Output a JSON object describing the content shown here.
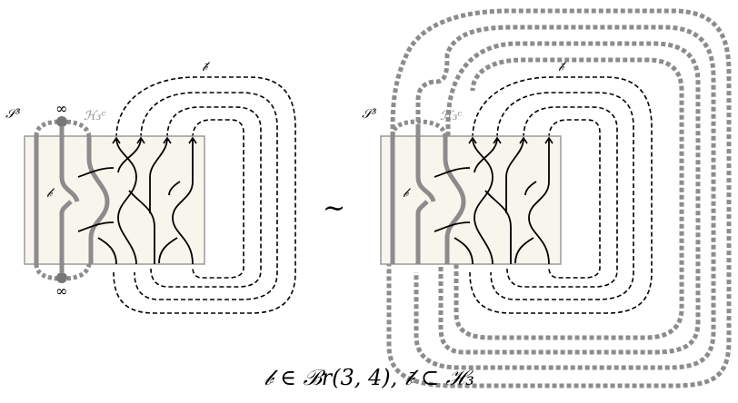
{
  "left_diagram": {
    "sphere_label": "𝒮³",
    "handlebody_label": "ℋ₃ᶜ",
    "infinity_top": "∞",
    "infinity_bottom": "∞",
    "braid_label": "𝒷",
    "closure_label": "𝒷̄"
  },
  "right_diagram": {
    "sphere_label": "𝒮³",
    "handlebody_label": "ℋ₃ᶜ",
    "braid_label": "𝒷",
    "closure_label": "𝒷̄"
  },
  "equivalence_symbol": "∼",
  "caption": "𝒷 ∈ ℬr(3, 4), 𝒷̄ ⊂ ℋ₃",
  "colors": {
    "box_fill": "#f8f5ec",
    "box_stroke": "#9a9a9a",
    "grey_strand": "#8c8c8c",
    "black_strand": "#000000"
  }
}
